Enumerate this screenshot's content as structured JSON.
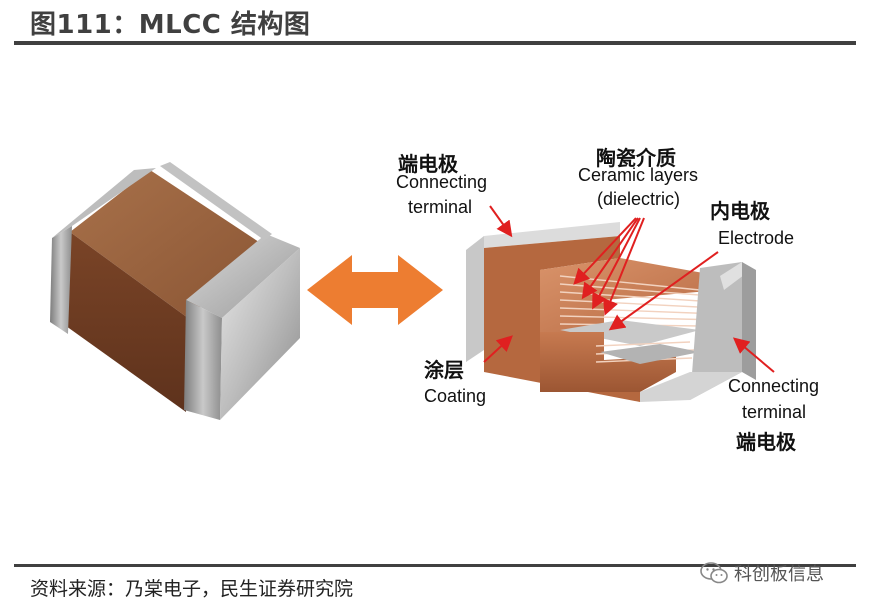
{
  "header": {
    "title": "图111：MLCC 结构图"
  },
  "labels": {
    "terminal_top_cn": "端电极",
    "terminal_top_en1": "Connecting",
    "terminal_top_en2": "terminal",
    "ceramic_cn": "陶瓷介质",
    "ceramic_en1": "Ceramic layers",
    "ceramic_en2": "(dielectric)",
    "electrode_cn": "内电极",
    "electrode_en": "Electrode",
    "coating_cn": "涂层",
    "coating_en": "Coating",
    "terminal_bottom_en1": "Connecting",
    "terminal_bottom_en2": "terminal",
    "terminal_bottom_cn": "端电极"
  },
  "footer": {
    "source": "资料来源：乃棠电子，民生证券研究院",
    "watermark": "科创板信息"
  },
  "colors": {
    "ceramic_body": "#8a4e2c",
    "terminal_silver": "#b8b8b8",
    "arrow_orange": "#ed7d31",
    "annotation_red": "#e02020",
    "rule": "#404040"
  }
}
